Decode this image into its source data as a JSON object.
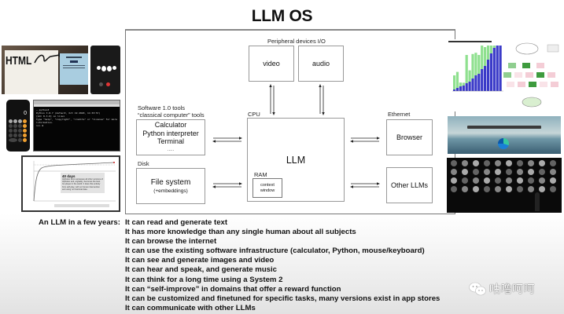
{
  "title": "LLM OS",
  "diagram": {
    "peripheral_label": "Peripheral devices I/O",
    "video": "video",
    "audio": "audio",
    "software_tools_label_line1": "Software 1.0 tools",
    "software_tools_label_line2": "“classical computer” tools",
    "tools": [
      "Calculator",
      "Python interpreter",
      "Terminal",
      "....."
    ],
    "disk_label": "Disk",
    "file_system": "File system",
    "file_system_sub": "(+embeddings)",
    "cpu_label": "CPU",
    "llm": "LLM",
    "ram_label": "RAM",
    "context_window_line1": "context",
    "context_window_line2": "window",
    "ethernet_label": "Ethernet",
    "browser": "Browser",
    "other_llms": "Other LLMs"
  },
  "thumbnails": {
    "html_sketch_text": "HTML",
    "chart_thumb_title": "40 days",
    "chart_thumb_body": "AlphaGo Zero surpasses all other versions of AlphaGo and, arguably, becomes the best Go player in the world. It does this entirely from self-play, with no human intervention and using no historical data."
  },
  "future": {
    "label": "An LLM in a few years:",
    "items": [
      "It can read and generate text",
      "It has more knowledge than any single human about all subjects",
      "It can browse the internet",
      "It can use the existing software infrastructure (calculator, Python, mouse/keyboard)",
      "It can see and generate images and video",
      "It can hear and speak, and generate music",
      "It can think for a long time using a System 2",
      "It can “self-improve” in domains that offer a reward function",
      "It can be customized and finetuned for specific tasks, many versions exist in app stores",
      "It can communicate with other LLMs"
    ]
  },
  "watermark": {
    "icon": "wechat-icon",
    "text": "咕噜呵呵"
  }
}
